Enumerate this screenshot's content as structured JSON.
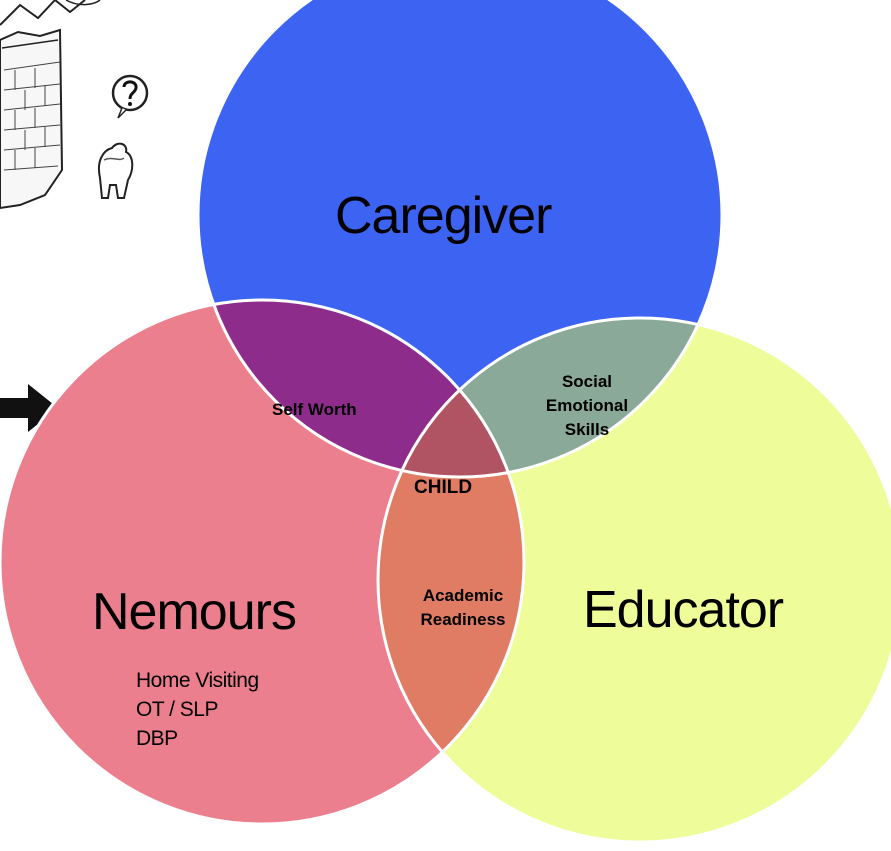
{
  "circles": {
    "caregiver": {
      "label": "Caregiver",
      "color": "#3d63f3"
    },
    "nemours": {
      "label": "Nemours",
      "color": "#ec7f8e"
    },
    "educator": {
      "label": "Educator",
      "color": "#eefc9a"
    }
  },
  "overlaps": {
    "caregiver_nemours": {
      "label": "Self Worth",
      "color": "#8e2c8c"
    },
    "caregiver_educator": {
      "lines": [
        "Social",
        "Emotional",
        "Skills"
      ],
      "color": "#8aa999"
    },
    "nemours_educator": {
      "lines": [
        "Academic",
        "Readiness"
      ],
      "color": "#e07c63"
    },
    "center": {
      "label": "CHILD",
      "color": "#b05464"
    }
  },
  "nemours_services": [
    "Home Visiting",
    "OT / SLP",
    "DBP"
  ]
}
